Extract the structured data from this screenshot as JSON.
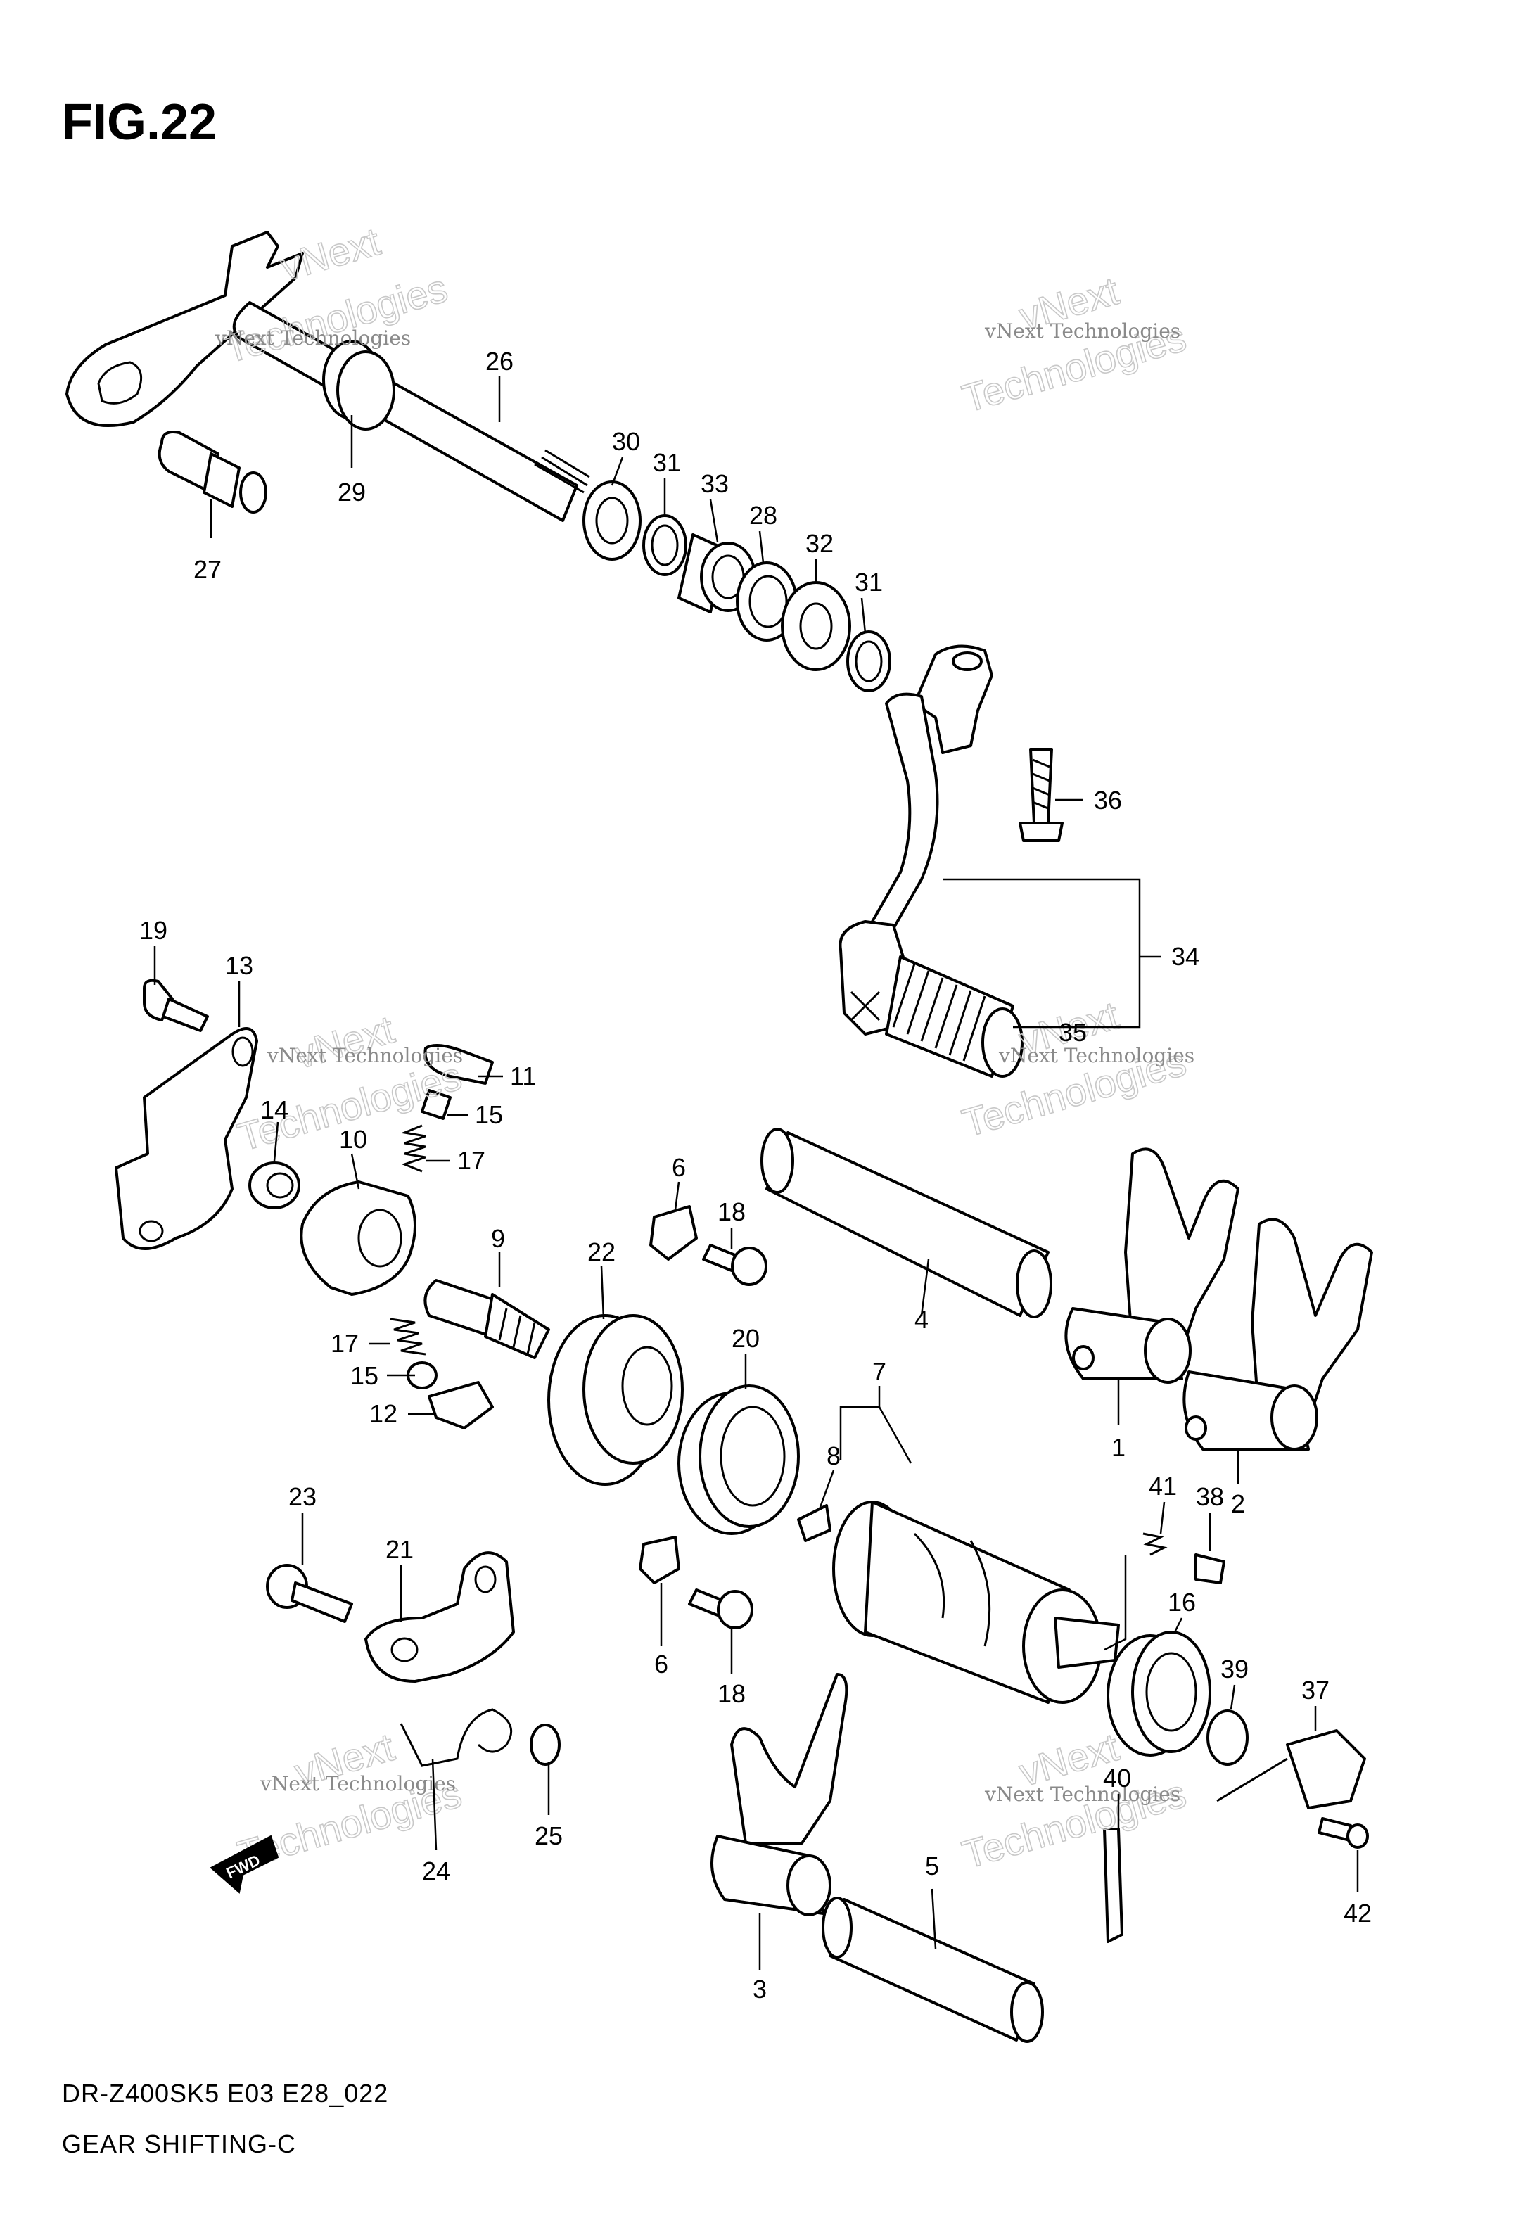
{
  "figure": {
    "title": "FIG.22",
    "model_code": "DR-Z400SK5 E03 E28_022",
    "caption": "GEAR SHIFTING-C"
  },
  "watermark": {
    "line1": "vNext Technologies",
    "line2": "vNext",
    "line3": "Technologies"
  },
  "fwd_arrow": {
    "label": "FWD"
  },
  "callouts": [
    {
      "id": "1",
      "label": "1"
    },
    {
      "id": "2",
      "label": "2"
    },
    {
      "id": "3",
      "label": "3"
    },
    {
      "id": "4",
      "label": "4"
    },
    {
      "id": "5",
      "label": "5"
    },
    {
      "id": "6a",
      "label": "6"
    },
    {
      "id": "6b",
      "label": "6"
    },
    {
      "id": "7",
      "label": "7"
    },
    {
      "id": "8",
      "label": "8"
    },
    {
      "id": "9",
      "label": "9"
    },
    {
      "id": "10",
      "label": "10"
    },
    {
      "id": "11",
      "label": "11"
    },
    {
      "id": "12",
      "label": "12"
    },
    {
      "id": "13",
      "label": "13"
    },
    {
      "id": "14",
      "label": "14"
    },
    {
      "id": "15a",
      "label": "15"
    },
    {
      "id": "15b",
      "label": "15"
    },
    {
      "id": "16",
      "label": "16"
    },
    {
      "id": "17a",
      "label": "17"
    },
    {
      "id": "17b",
      "label": "17"
    },
    {
      "id": "18a",
      "label": "18"
    },
    {
      "id": "18b",
      "label": "18"
    },
    {
      "id": "19",
      "label": "19"
    },
    {
      "id": "20",
      "label": "20"
    },
    {
      "id": "21",
      "label": "21"
    },
    {
      "id": "22",
      "label": "22"
    },
    {
      "id": "23",
      "label": "23"
    },
    {
      "id": "24",
      "label": "24"
    },
    {
      "id": "25",
      "label": "25"
    },
    {
      "id": "26",
      "label": "26"
    },
    {
      "id": "27",
      "label": "27"
    },
    {
      "id": "28",
      "label": "28"
    },
    {
      "id": "29",
      "label": "29"
    },
    {
      "id": "30",
      "label": "30"
    },
    {
      "id": "31a",
      "label": "31"
    },
    {
      "id": "31b",
      "label": "31"
    },
    {
      "id": "32",
      "label": "32"
    },
    {
      "id": "33",
      "label": "33"
    },
    {
      "id": "34",
      "label": "34"
    },
    {
      "id": "35",
      "label": "35"
    },
    {
      "id": "36",
      "label": "36"
    },
    {
      "id": "37",
      "label": "37"
    },
    {
      "id": "38",
      "label": "38"
    },
    {
      "id": "39",
      "label": "39"
    },
    {
      "id": "40",
      "label": "40"
    },
    {
      "id": "41",
      "label": "41"
    },
    {
      "id": "42",
      "label": "42"
    }
  ]
}
